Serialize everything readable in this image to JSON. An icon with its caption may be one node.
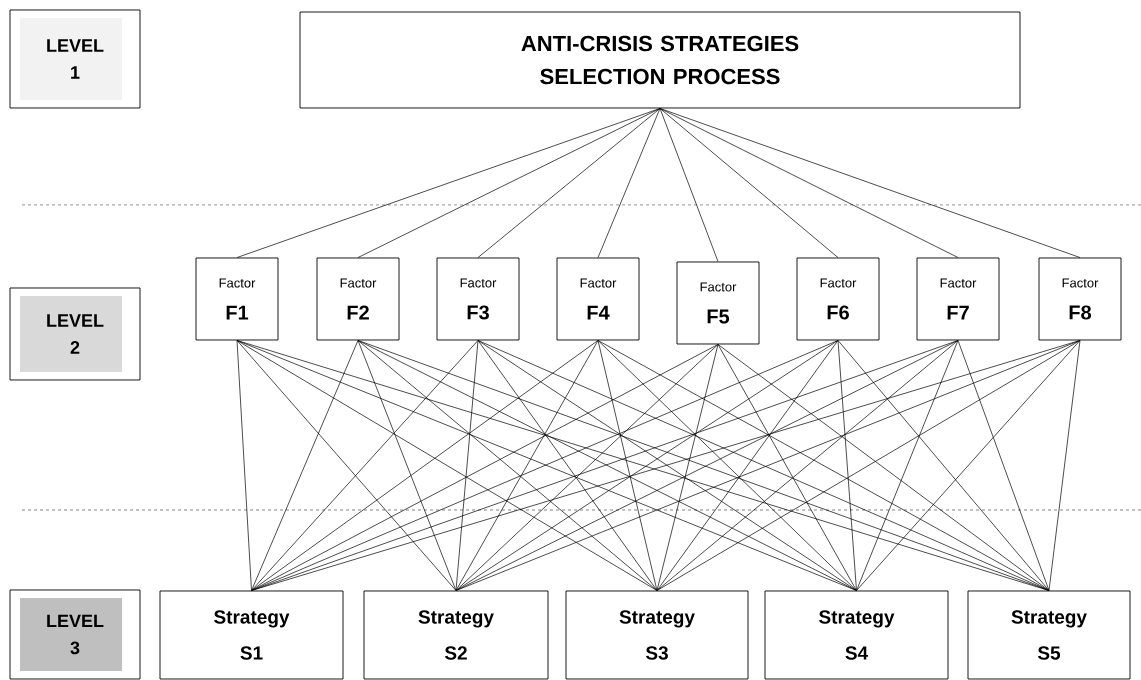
{
  "diagram": {
    "nodes": [
      {
        "text": [
          "LEVEL 1"
        ]
      },
      {
        "text": [
          "ANTI-CRISIS STRATEGIES SELECTION PROCESS"
        ]
      },
      {
        "text": [
          "LEVEL 2"
        ]
      },
      {
        "text": [
          "Factor",
          "F1"
        ]
      },
      {
        "text": [
          "Factor",
          "F2"
        ]
      },
      {
        "text": [
          "Factor",
          "F3"
        ]
      },
      {
        "text": [
          "Factor",
          "F4"
        ]
      },
      {
        "text": [
          "Factor",
          "F5"
        ]
      },
      {
        "text": [
          "Factor",
          "F6"
        ]
      },
      {
        "text": [
          "Factor",
          "F7"
        ]
      },
      {
        "text": [
          "Factor",
          "F8"
        ]
      },
      {
        "text": [
          "LEVEL 3"
        ]
      },
      {
        "text": [
          "Strategy S1"
        ]
      },
      {
        "text": [
          "Strategy S2"
        ]
      },
      {
        "text": [
          "Strategy S3"
        ]
      },
      {
        "text": [
          "Strategy S4"
        ]
      },
      {
        "text": [
          "Strategy S5"
        ]
      }
    ],
    "edges": [
      {
        "from": 1,
        "to": 3,
        "arrow": "none"
      },
      {
        "from": 1,
        "to": 4,
        "arrow": "none"
      },
      {
        "from": 1,
        "to": 5,
        "arrow": "none"
      },
      {
        "from": 1,
        "to": 6,
        "arrow": "none"
      },
      {
        "from": 1,
        "to": 7,
        "arrow": "none"
      },
      {
        "from": 1,
        "to": 8,
        "arrow": "none"
      },
      {
        "from": 1,
        "to": 9,
        "arrow": "none"
      },
      {
        "from": 1,
        "to": 10,
        "arrow": "none"
      },
      {
        "from": 3,
        "to": 12,
        "arrow": "none"
      },
      {
        "from": 3,
        "to": 13,
        "arrow": "none"
      },
      {
        "from": 3,
        "to": 14,
        "arrow": "none"
      },
      {
        "from": 3,
        "to": 15,
        "arrow": "none"
      },
      {
        "from": 3,
        "to": 16,
        "arrow": "none"
      },
      {
        "from": 4,
        "to": 12,
        "arrow": "none"
      },
      {
        "from": 4,
        "to": 13,
        "arrow": "none"
      },
      {
        "from": 4,
        "to": 14,
        "arrow": "none"
      },
      {
        "from": 4,
        "to": 15,
        "arrow": "none"
      },
      {
        "from": 4,
        "to": 16,
        "arrow": "none"
      },
      {
        "from": 5,
        "to": 12,
        "arrow": "none"
      },
      {
        "from": 5,
        "to": 13,
        "arrow": "none"
      },
      {
        "from": 5,
        "to": 14,
        "arrow": "none"
      },
      {
        "from": 5,
        "to": 15,
        "arrow": "none"
      },
      {
        "from": 5,
        "to": 16,
        "arrow": "none"
      },
      {
        "from": 6,
        "to": 12,
        "arrow": "none"
      },
      {
        "from": 6,
        "to": 13,
        "arrow": "none"
      },
      {
        "from": 6,
        "to": 14,
        "arrow": "none"
      },
      {
        "from": 6,
        "to": 15,
        "arrow": "none"
      },
      {
        "from": 6,
        "to": 16,
        "arrow": "none"
      },
      {
        "from": 7,
        "to": 12,
        "arrow": "none"
      },
      {
        "from": 7,
        "to": 13,
        "arrow": "none"
      },
      {
        "from": 7,
        "to": 14,
        "arrow": "none"
      },
      {
        "from": 7,
        "to": 15,
        "arrow": "none"
      },
      {
        "from": 7,
        "to": 16,
        "arrow": "none"
      },
      {
        "from": 8,
        "to": 12,
        "arrow": "none"
      },
      {
        "from": 8,
        "to": 13,
        "arrow": "none"
      },
      {
        "from": 8,
        "to": 14,
        "arrow": "none"
      },
      {
        "from": 8,
        "to": 15,
        "arrow": "none"
      },
      {
        "from": 8,
        "to": 16,
        "arrow": "none"
      },
      {
        "from": 9,
        "to": 12,
        "arrow": "none"
      },
      {
        "from": 9,
        "to": 13,
        "arrow": "none"
      },
      {
        "from": 9,
        "to": 14,
        "arrow": "none"
      },
      {
        "from": 9,
        "to": 15,
        "arrow": "none"
      },
      {
        "from": 9,
        "to": 16,
        "arrow": "none"
      },
      {
        "from": 10,
        "to": 12,
        "arrow": "none"
      },
      {
        "from": 10,
        "to": 13,
        "arrow": "none"
      },
      {
        "from": 10,
        "to": 14,
        "arrow": "none"
      },
      {
        "from": 10,
        "to": 15,
        "arrow": "none"
      },
      {
        "from": 10,
        "to": 16,
        "arrow": "none"
      }
    ]
  }
}
